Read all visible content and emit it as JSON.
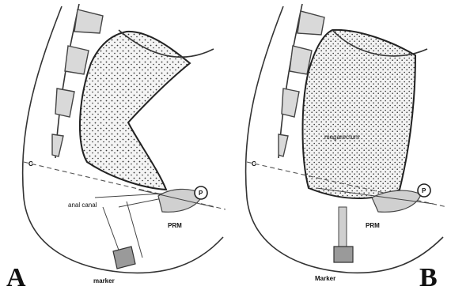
{
  "figure": {
    "panels": [
      {
        "letter": "A",
        "labels": {
          "c": "C",
          "anal_canal": "anal canal",
          "prm": "PRM",
          "p": "P",
          "marker": "marker"
        }
      },
      {
        "letter": "B",
        "labels": {
          "c": "C",
          "megarectum": "megarectum",
          "prm": "PRM",
          "p": "P",
          "marker": "Marker"
        }
      }
    ]
  }
}
